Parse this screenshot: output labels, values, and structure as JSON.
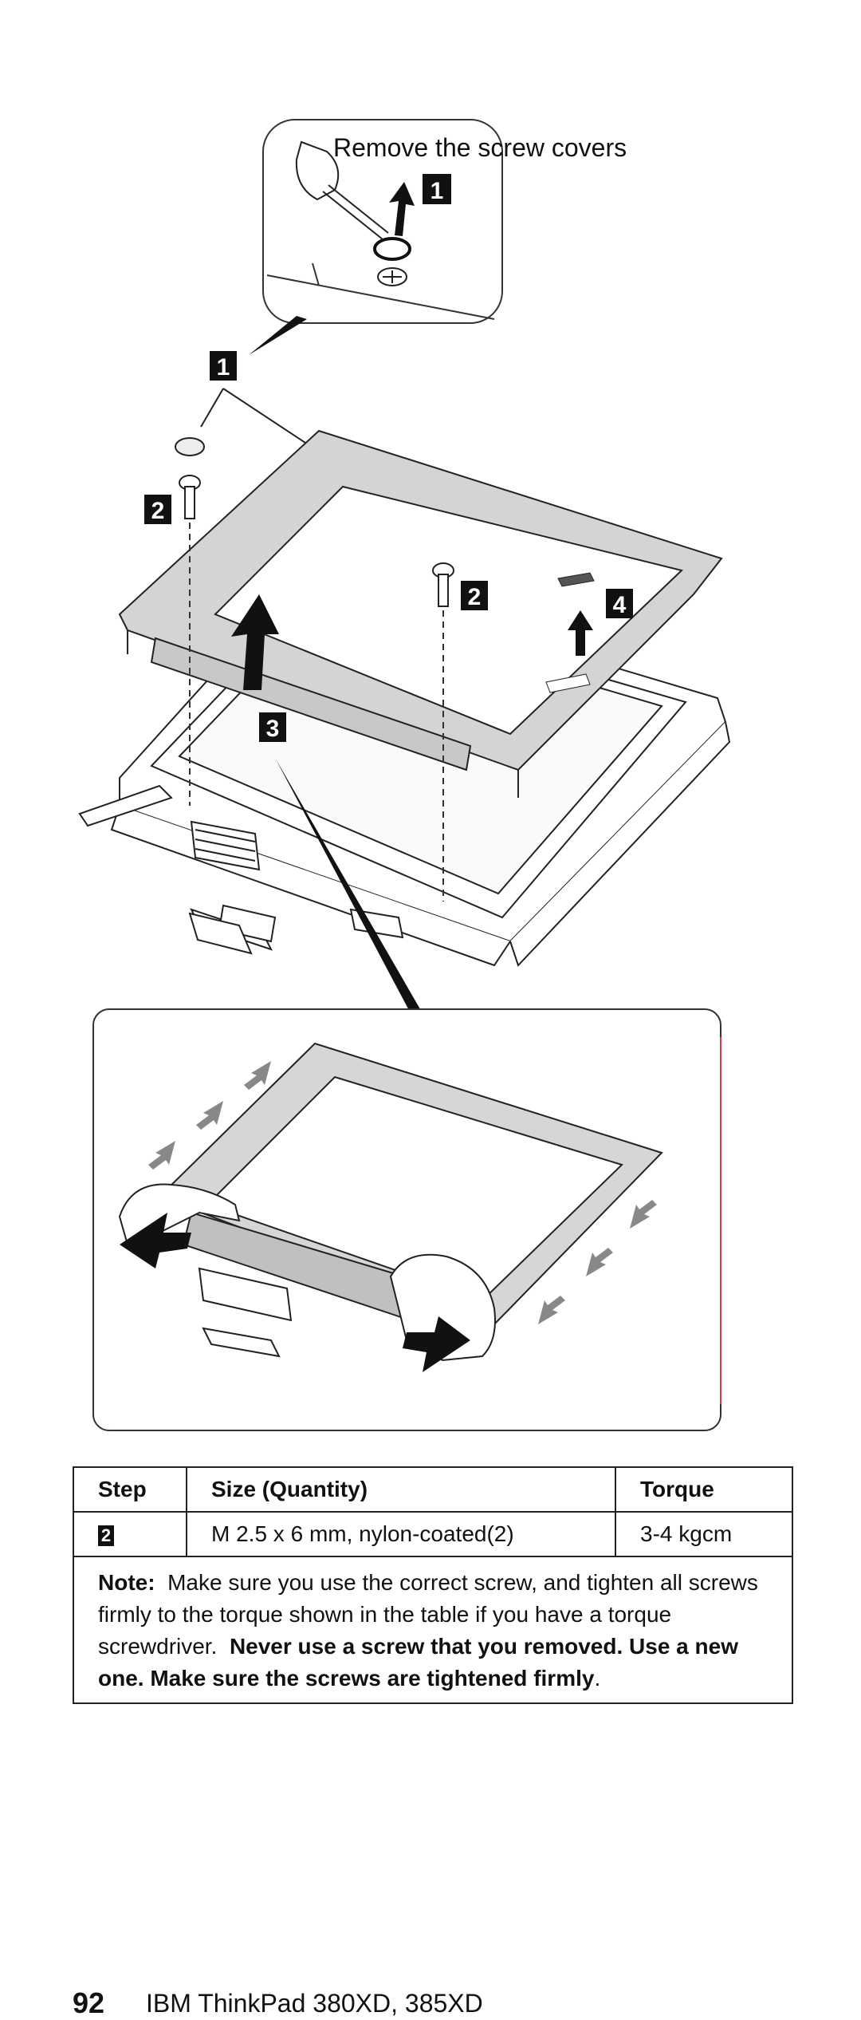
{
  "figure": {
    "callout_text": "Remove the screw covers",
    "callouts": {
      "c1": "1",
      "c2": "2",
      "c3": "3",
      "c4": "4"
    }
  },
  "table": {
    "headers": {
      "step": "Step",
      "size": "Size (Quantity)",
      "torque": "Torque"
    },
    "rows": [
      {
        "step": "2",
        "size": "M 2.5 x 6 mm, nylon-coated(2)",
        "torque": "3-4 kgcm"
      }
    ],
    "note": {
      "label": "Note:",
      "text": "Make sure you use the correct screw, and tighten all screws firmly to the torque shown in the table if you have a torque screwdriver.",
      "bold_text": "Never use a screw that you removed. Use a new one. Make sure the screws are tightened firmly",
      "end": "."
    }
  },
  "footer": {
    "page_number": "92",
    "title": "IBM ThinkPad 380XD, 385XD"
  }
}
